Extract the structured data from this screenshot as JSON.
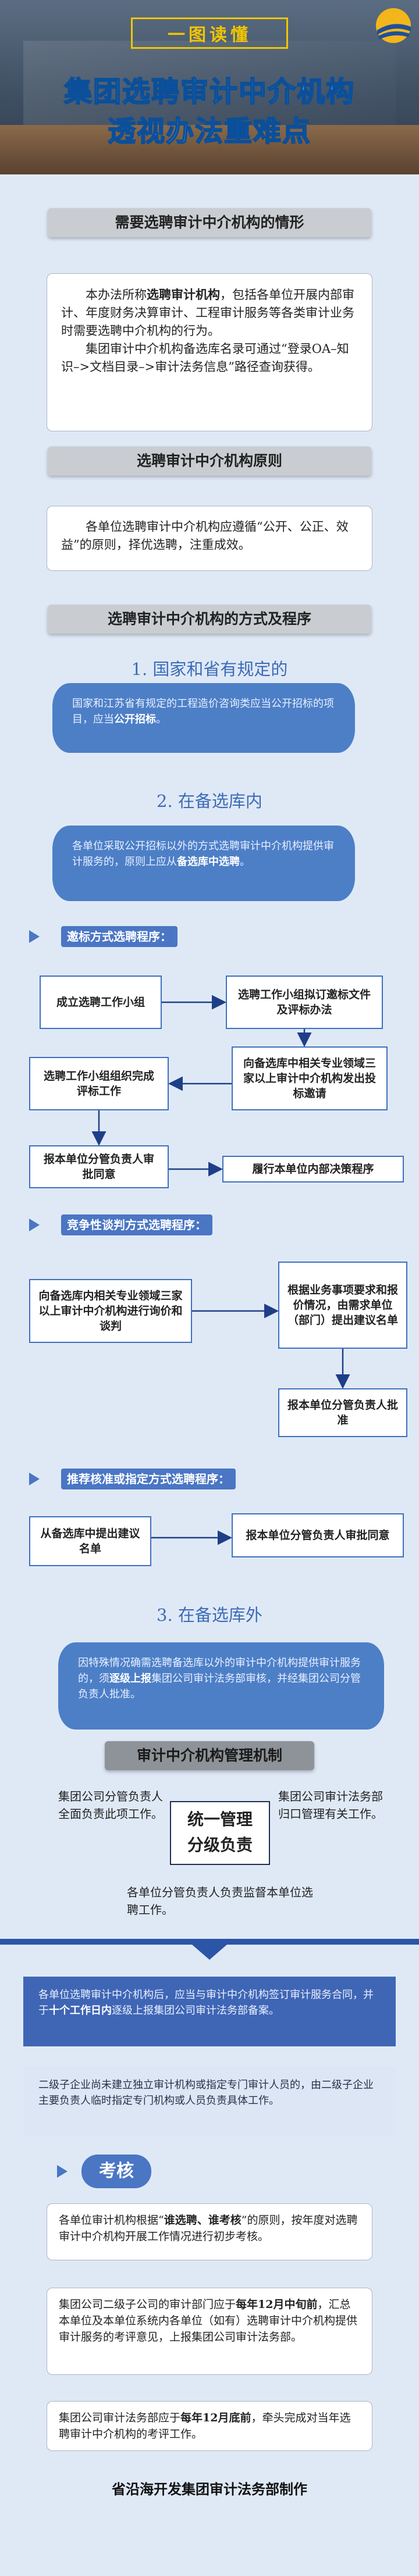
{
  "header": {
    "badge": "一图读懂",
    "title_line1": "集团选聘审计中介机构",
    "title_line2": "透视办法重难点"
  },
  "section1": {
    "title": "需要选聘审计中介机构的情形",
    "p1_a": "本办法所称",
    "p1_b": "选聘审计机构",
    "p1_c": "，包括各单位开展内部审计、年度财务决算审计、工程审计服务等各类审计业务时需要选聘中介机构的行为。",
    "p2": "集团审计中介机构备选库名录可通过“登录OA–知识–>文档目录–>审计法务信息”路径查询获得。"
  },
  "section2": {
    "title": "选聘审计中介机构原则",
    "text": "各单位选聘审计中介机构应遵循“公开、公正、效益”的原则，择优选聘，注重成效。"
  },
  "section3": {
    "title": "选聘审计中介机构的方式及程序",
    "sub1": "1. 国家和省有规定的",
    "blob1_a": "国家和江苏省有规定的工程造价咨询类应当公开招标的项目，应当",
    "blob1_b": "公开招标",
    "blob1_c": "。",
    "sub2": "2. 在备选库内",
    "blob2_a": "各单位采取公开招标以外的方式选聘审计中介机构提供审计服务的，原则上应从",
    "blob2_b": "备选库中选聘",
    "blob2_c": "。",
    "flow1_tag": "邀标方式选聘程序：",
    "flow1": {
      "b1": "成立选聘工作小组",
      "b2": "选聘工作小组拟订邀标文件及评标办法",
      "b3": "向备选库中相关专业领域三家以上审计中介机构发出投标邀请",
      "b4": "选聘工作小组组织完成评标工作",
      "b5": "报本单位分管负责人审批同意",
      "b6": "履行本单位内部决策程序"
    },
    "flow2_tag": "竞争性谈判方式选聘程序：",
    "flow2": {
      "b1": "向备选库内相关专业领域三家以上审计中介机构进行询价和谈判",
      "b2": "根据业务事项要求和报价情况，由需求单位（部门）提出建议名单",
      "b3": "报本单位分管负责人批准"
    },
    "flow3_tag": "推荐核准或指定方式选聘程序：",
    "flow3": {
      "b1": "从备选库中提出建议名单",
      "b2": "报本单位分管负责人审批同意"
    },
    "sub3": "3. 在备选库外",
    "blob3_a": "因特殊情况确需选聘备选库以外的审计中介机构提供审计服务的，须",
    "blob3_b": "逐级上报",
    "blob3_c": "集团公司审计法务部审核，并经集团公司分管负责人批准。"
  },
  "section4": {
    "title": "审计中介机构管理机制",
    "left": "集团公司分管负责人全面负责此项工作。",
    "right": "集团公司审计法务部归口管理有关工作。",
    "center1": "统一管理",
    "center2": "分级负责",
    "bottom": "各单位分管负责人负责监督本单位选聘工作。",
    "w1_a": "各单位选聘审计中介机构后，应当与审计中介机构签订审计服务合同，并于",
    "w1_b": "十个工作日内",
    "w1_c": "逐级上报集团公司审计法务部备案。",
    "w2": "二级子企业尚未建立独立审计机构或指定专门审计人员的，由二级子企业主要负责人临时指定专门机构或人员负责具体工作。",
    "kaohe": "考核",
    "k1_a": "各单位审计机构根据“",
    "k1_b": "谁选聘、谁考核",
    "k1_c": "”的原则，按年度对选聘审计中介机构开展工作情况进行初步考核。",
    "k2_a": "集团公司二级子公司的审计部门应于",
    "k2_b": "每年12月中旬前",
    "k2_c": "，汇总本单位及本单位系统内各单位（如有）选聘审计中介机构提供审计服务的考评意见，上报集团公司审计法务部。",
    "k3_a": "集团公司审计法务部应于",
    "k3_b": "每年12月底前",
    "k3_c": "，牵头完成对当年选聘审计中介机构的考评工作。",
    "footer": "省沿海开发集团审计法务部制作"
  }
}
